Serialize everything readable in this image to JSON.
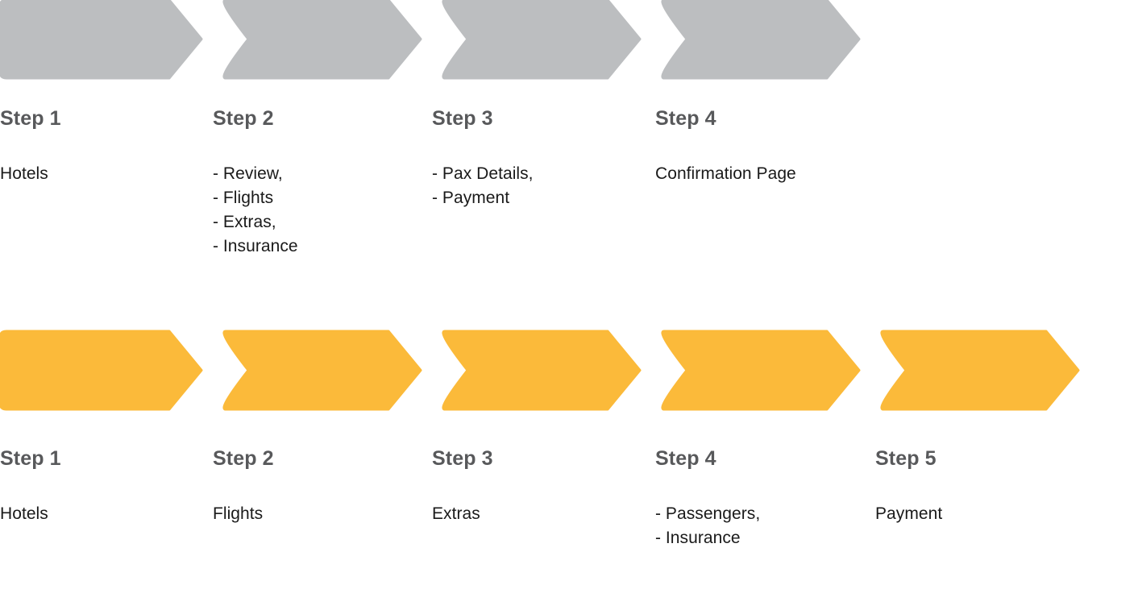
{
  "diagram": {
    "type": "process-flow-chevrons",
    "background_color": "#FFFFFF",
    "rows": [
      {
        "id": "current-flow",
        "chevron_color": "#BCBEC0",
        "title_color": "#58595B",
        "desc_color": "#1A1A1A",
        "steps": [
          {
            "title": "Step 1",
            "lines": [
              "Hotels"
            ]
          },
          {
            "title": "Step 2",
            "lines": [
              "- Review,",
              "- Flights",
              "- Extras,",
              "- Insurance"
            ]
          },
          {
            "title": "Step 3",
            "lines": [
              "- Pax Details,",
              "- Payment"
            ]
          },
          {
            "title": "Step 4",
            "lines": [
              "Confirmation Page"
            ]
          }
        ]
      },
      {
        "id": "proposed-flow",
        "chevron_color": "#FBBA3A",
        "title_color": "#58595B",
        "desc_color": "#1A1A1A",
        "steps": [
          {
            "title": "Step 1",
            "lines": [
              "Hotels"
            ]
          },
          {
            "title": "Step 2",
            "lines": [
              "Flights"
            ]
          },
          {
            "title": "Step 3",
            "lines": [
              "Extras"
            ]
          },
          {
            "title": "Step 4",
            "lines": [
              "- Passengers,",
              "- Insurance"
            ]
          },
          {
            "title": "Step 5",
            "lines": [
              "Payment"
            ]
          }
        ]
      }
    ]
  }
}
